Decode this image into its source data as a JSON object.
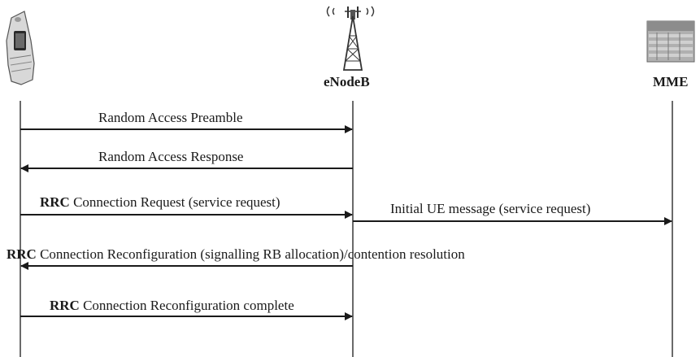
{
  "colors": {
    "line": "#1a1a1a",
    "background": "#ffffff"
  },
  "lifelines": {
    "enodeb": {
      "label": "eNodeB",
      "icon": "radio-tower-icon"
    },
    "mme": {
      "label": "MME",
      "icon": "server-rack-icon"
    },
    "ue": {
      "icon": "mobile-phone-icon"
    }
  },
  "messages": [
    {
      "from": "ue",
      "to": "enodeb",
      "bold": "",
      "text": "Random Access Preamble"
    },
    {
      "from": "enodeb",
      "to": "ue",
      "bold": "",
      "text": "Random Access Response"
    },
    {
      "from": "ue",
      "to": "enodeb",
      "bold": "RRC",
      "text": " Connection Request (service request)"
    },
    {
      "from": "enodeb",
      "to": "mme",
      "bold": "",
      "text": "Initial UE message (service request)"
    },
    {
      "from": "enodeb",
      "to": "ue",
      "bold": "RRC",
      "text": " Connection Reconfiguration (signalling RB allocation)/contention resolution"
    },
    {
      "from": "ue",
      "to": "enodeb",
      "bold": "RRC",
      "text": " Connection Reconfiguration complete"
    }
  ]
}
